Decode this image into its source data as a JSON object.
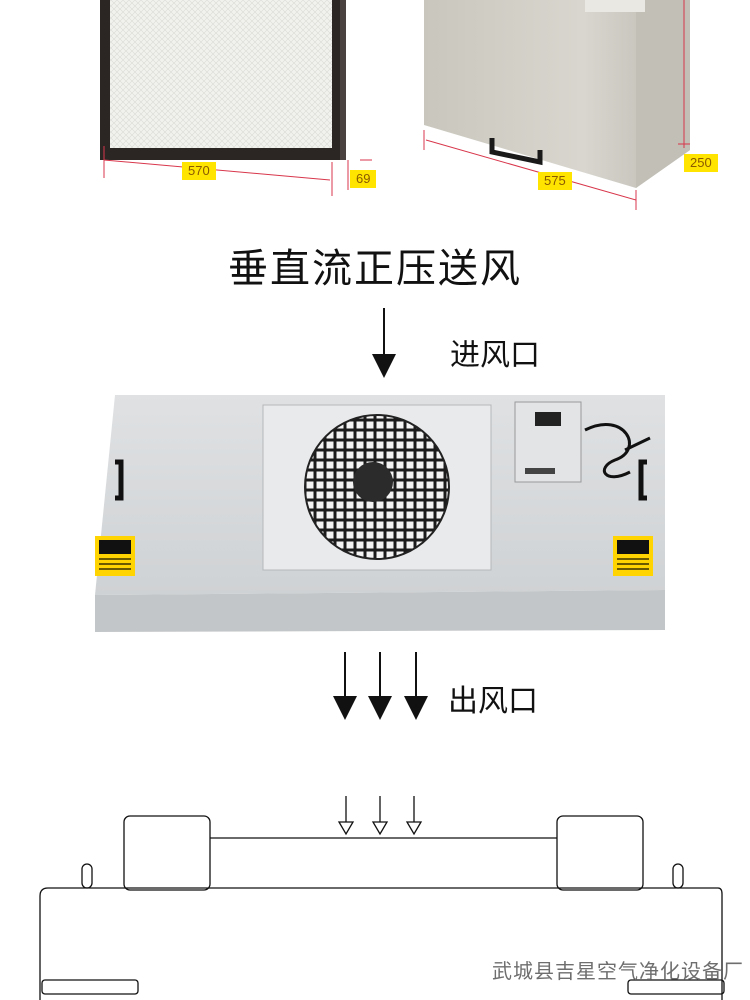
{
  "dimensions": {
    "filter_width": "570",
    "filter_depth": "69",
    "unit_width": "575",
    "unit_height": "250"
  },
  "headline": "垂直流正压送风",
  "inlet_label": "进风口",
  "outlet_label": "出风口",
  "footer_text": "武城县吉星空气净化设备厂",
  "colors": {
    "tag_yellow": "#ffe400",
    "panel_gray": "#d9dbdd",
    "dim_line_red": "#d8364b",
    "warning_yellow": "#ffd400"
  },
  "icons": [
    "down-arrow-icon",
    "fan-grille-icon",
    "warning-label-icon",
    "handle-icon",
    "power-cable-icon"
  ]
}
